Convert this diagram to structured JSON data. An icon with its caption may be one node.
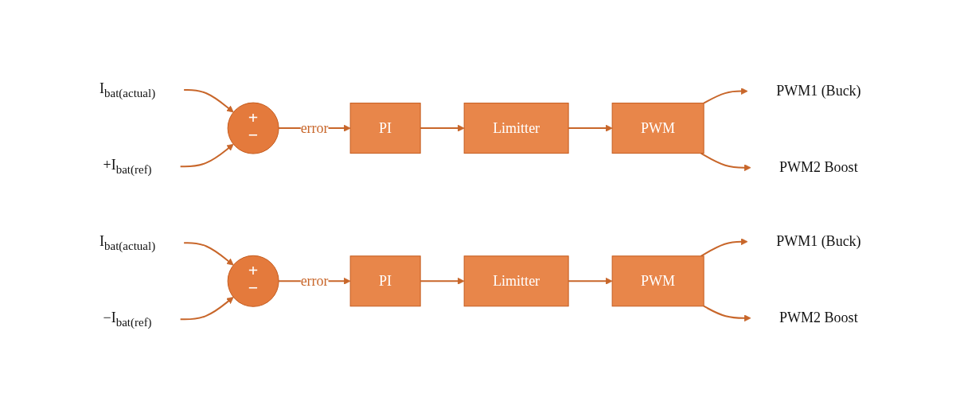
{
  "diagram": {
    "nodes": [
      {
        "text": [
          "I$_{bat(actual)}$"
        ]
      },
      {
        "text": [
          "+I$_{bat(ref)}$"
        ]
      },
      {
        "text": [
          "+",
          "−"
        ]
      },
      {
        "text": [
          "PI"
        ]
      },
      {
        "text": [
          "Limitter"
        ]
      },
      {
        "text": [
          "PWM"
        ]
      },
      {
        "text": [
          "PWM1 (Buck)"
        ]
      },
      {
        "text": [
          "PWM2 Boost"
        ]
      },
      {
        "text": [
          "I$_{bat(actual)}$"
        ]
      },
      {
        "text": [
          "−I$_{bat(ref)}$"
        ]
      },
      {
        "text": [
          "+",
          "−"
        ]
      },
      {
        "text": [
          "PI"
        ]
      },
      {
        "text": [
          "Limitter"
        ]
      },
      {
        "text": [
          "PWM"
        ]
      },
      {
        "text": [
          "PWM1 (Buck)"
        ]
      },
      {
        "text": [
          "PWM2 Boost"
        ]
      }
    ],
    "edges": [
      {
        "from": 0,
        "to": 2,
        "arrow": "to"
      },
      {
        "from": 1,
        "to": 2,
        "arrow": "to"
      },
      {
        "from": 2,
        "to": 3,
        "arrow": "to",
        "label": "error"
      },
      {
        "from": 3,
        "to": 4,
        "arrow": "to"
      },
      {
        "from": 4,
        "to": 5,
        "arrow": "to"
      },
      {
        "from": 5,
        "to": 6,
        "arrow": "to"
      },
      {
        "from": 5,
        "to": 7,
        "arrow": "to"
      },
      {
        "from": 8,
        "to": 10,
        "arrow": "to"
      },
      {
        "from": 9,
        "to": 10,
        "arrow": "to"
      },
      {
        "from": 10,
        "to": 11,
        "arrow": "to",
        "label": "error"
      },
      {
        "from": 11,
        "to": 12,
        "arrow": "to"
      },
      {
        "from": 12,
        "to": 13,
        "arrow": "to"
      },
      {
        "from": 13,
        "to": 14,
        "arrow": "to"
      },
      {
        "from": 13,
        "to": 15,
        "arrow": "to"
      }
    ]
  }
}
